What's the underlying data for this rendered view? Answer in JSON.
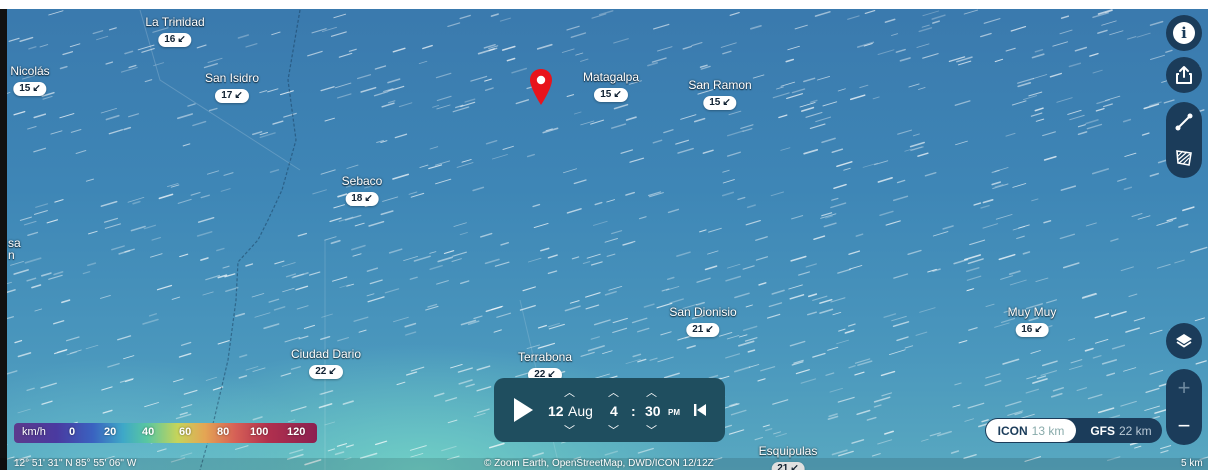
{
  "cities": [
    {
      "name": "La Trinidad",
      "speed": "16"
    },
    {
      "name": "Nicolás",
      "speed": "15"
    },
    {
      "name": "San Isidro",
      "speed": "17"
    },
    {
      "name": "Matagalpa",
      "speed": "15"
    },
    {
      "name": "San Ramon",
      "speed": "15"
    },
    {
      "name": "Sebaco",
      "speed": "18"
    },
    {
      "name": "San Dionisio",
      "speed": "21"
    },
    {
      "name": "Muy Muy",
      "speed": "16"
    },
    {
      "name": "Ciudad Dario",
      "speed": "22"
    },
    {
      "name": "Terrabona",
      "speed": "22"
    },
    {
      "name": "Esquipulas",
      "speed": "21"
    }
  ],
  "edge_labels": [
    "sa",
    "n"
  ],
  "time_panel": {
    "day": "12",
    "month": "Aug",
    "hour": "4",
    "separator": ":",
    "minute": "30",
    "ampm": "PM"
  },
  "legend": {
    "unit": "km/h",
    "values": [
      "0",
      "20",
      "40",
      "60",
      "80",
      "100",
      "120"
    ]
  },
  "models": {
    "active": {
      "name": "ICON",
      "res": "13 km"
    },
    "other": {
      "name": "GFS",
      "res": "22 km"
    }
  },
  "coordinates": "12° 51' 31'' N  85° 55' 06'' W",
  "attribution": "© Zoom Earth, OpenStreetMap, DWD/ICON 12/12Z",
  "scale": "5 km",
  "colors": {
    "pin": "#e8141c",
    "panel": "#1b3c5a",
    "time_panel": "#1f4e5f"
  },
  "icons": [
    "info-icon",
    "share-icon",
    "route-icon",
    "hatch-area-icon",
    "layers-icon",
    "zoom-in-icon",
    "zoom-out-icon",
    "play-icon",
    "skip-start-icon",
    "map-pin-icon"
  ]
}
